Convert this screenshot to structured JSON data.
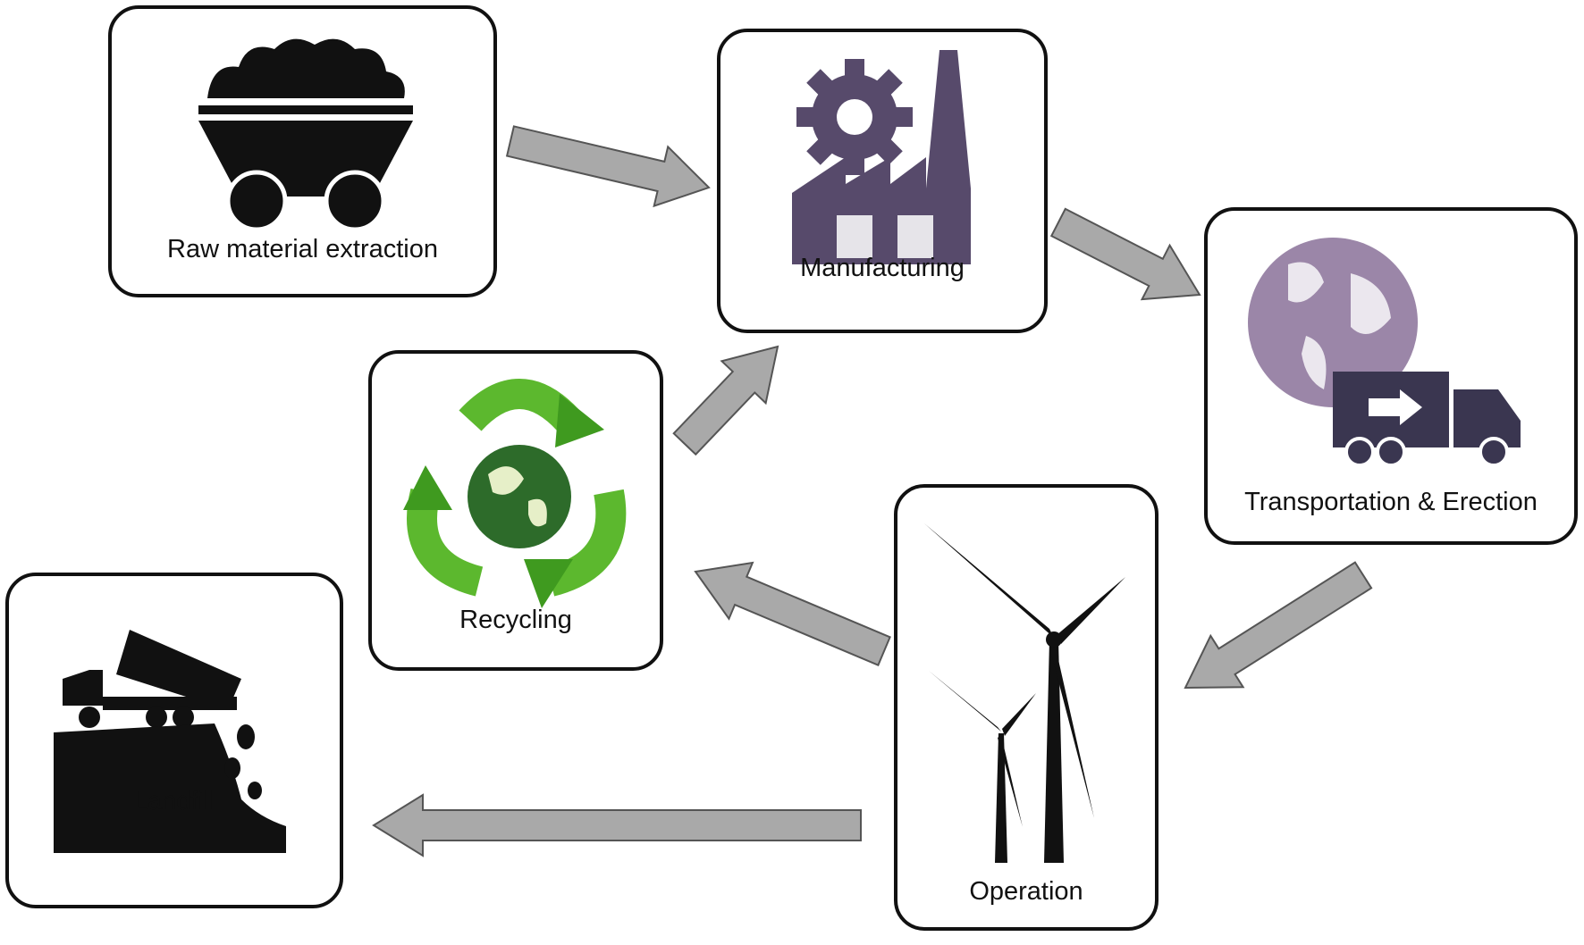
{
  "stages": {
    "raw": "Raw material extraction",
    "manufacturing": "Manufacturing",
    "transport": "Transportation & Erection",
    "operation": "Operation",
    "recycling": "Recycling",
    "landfill": "Landfill"
  },
  "colors": {
    "arrow_fill": "#a9a9a9",
    "arrow_stroke": "#555555",
    "factory": "#574a6b",
    "globe": "#9b86a8",
    "truck": "#3a3650",
    "recycle_green": "#5cb82e",
    "icon_black": "#111111"
  }
}
